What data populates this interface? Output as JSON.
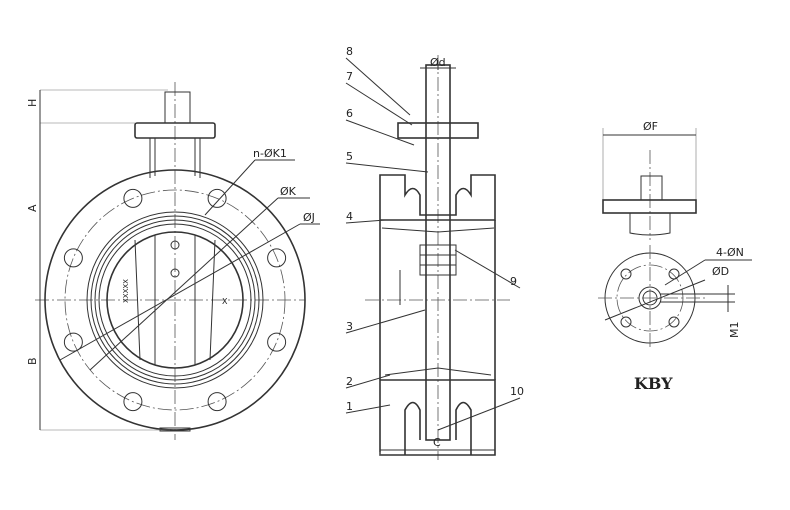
{
  "front_view": {
    "dim_h": "H",
    "dim_a": "A",
    "dim_b": "B",
    "bolt_holes": "n-ØK1",
    "bolt_circle": "ØK",
    "flange_od": "ØJ",
    "disc_marking": "XXXXX",
    "x_mark": "X"
  },
  "side_view": {
    "stem_dia": "Ød",
    "width": "C",
    "part_numbers": [
      "8",
      "7",
      "6",
      "5",
      "4",
      "3",
      "2",
      "1",
      "9",
      "10"
    ]
  },
  "top_flange": {
    "plate_dia": "ØF",
    "holes": "4-ØN",
    "pcd": "ØD",
    "square": "M1",
    "standard": "KBY"
  }
}
